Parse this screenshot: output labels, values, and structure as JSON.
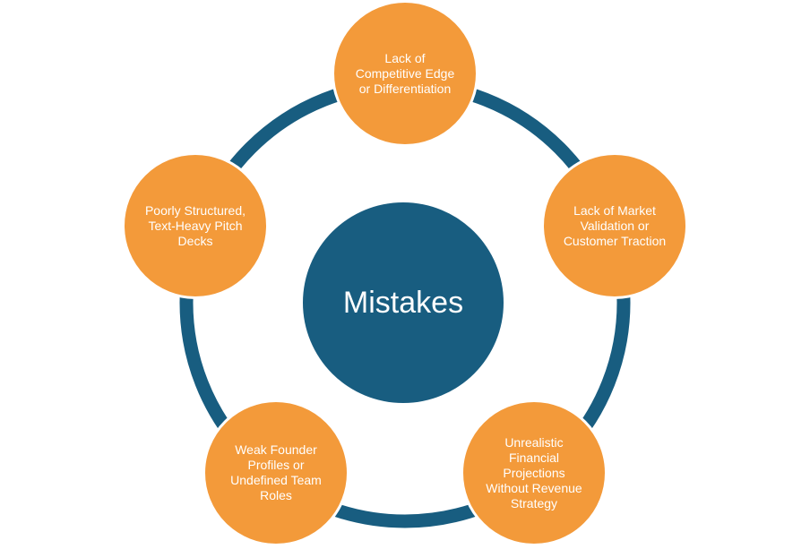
{
  "center": {
    "label": "Mistakes"
  },
  "nodes": [
    {
      "label": "Lack of Competitive Edge or Differentiation"
    },
    {
      "label": "Lack of Market Validation or Customer Traction"
    },
    {
      "label": "Unrealistic Financial Projections Without Revenue Strategy"
    },
    {
      "label": "Weak Founder Profiles or Undefined Team Roles"
    },
    {
      "label": "Poorly Structured, Text-Heavy Pitch Decks"
    }
  ],
  "colors": {
    "ring": "#185d80",
    "center": "#185d80",
    "node": "#f39a3a",
    "text": "#ffffff"
  }
}
